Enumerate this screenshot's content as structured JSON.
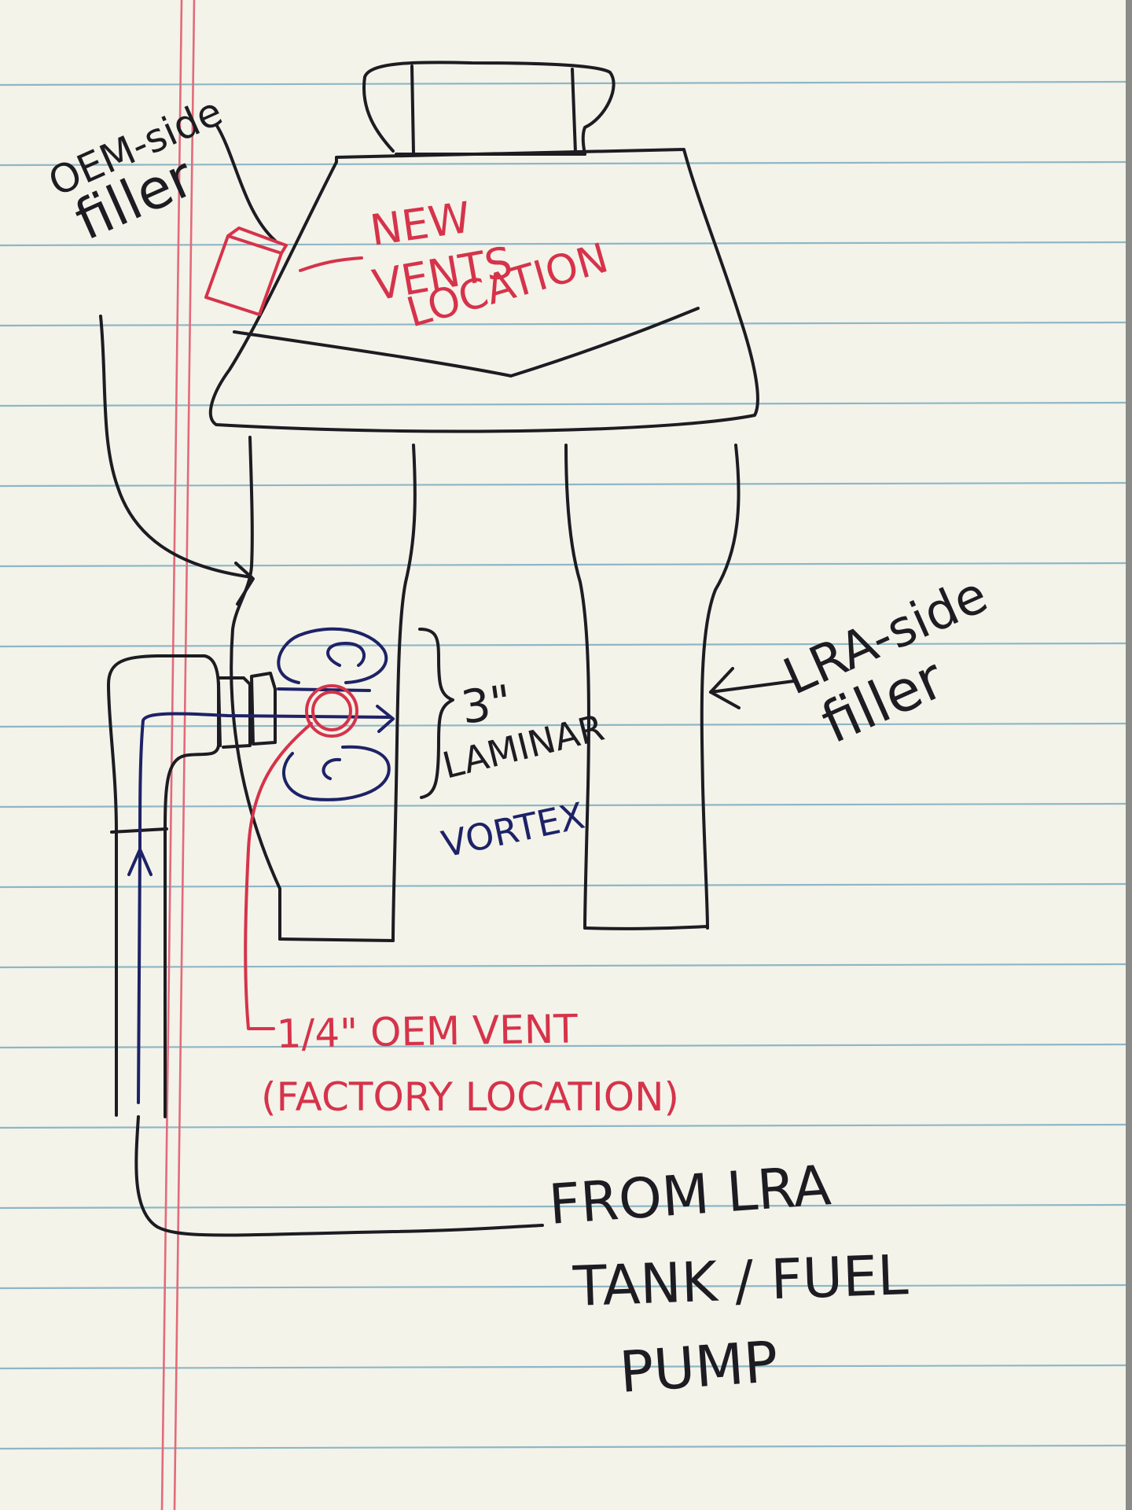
{
  "colors": {
    "paper": "#f3f3ea",
    "rule_line": "#8fb6c4",
    "margin_line": "#e36a7a",
    "black_ink": "#1c1c22",
    "red_ink": "#d6334a",
    "navy_ink": "#1e2266"
  },
  "labels": {
    "oem_side_line1": "OEM-side",
    "oem_side_line2": "filler",
    "new_vents_line1": "NEW",
    "new_vents_line2": "VENTS",
    "new_vents_line3": "LOCATION",
    "lra_side_line1": "LRA-side",
    "lra_side_line2": "filler",
    "size_3in": "3\"",
    "laminar": "LAMINAR",
    "vortex": "VORTEX",
    "oem_vent_line1": "1/4\" OEM VENT",
    "oem_vent_line2": "(FACTORY LOCATION)",
    "from_line1": "FROM LRA",
    "from_line2": "TANK / FUEL",
    "from_line3": "PUMP"
  }
}
